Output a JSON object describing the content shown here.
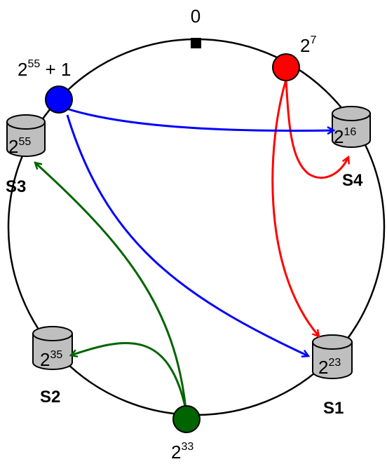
{
  "ring": {
    "zero_label": "0"
  },
  "nodes": {
    "red": {
      "base": "2",
      "exp": "7",
      "color": "#ff0000"
    },
    "blue": {
      "base": "2",
      "exp": "55",
      "suffix": " + 1",
      "color": "#0000ff"
    },
    "green": {
      "base": "2",
      "exp": "33",
      "color": "#006400"
    }
  },
  "servers": {
    "s1": {
      "name": "S1",
      "base": "2",
      "exp": "23"
    },
    "s2": {
      "name": "S2",
      "base": "2",
      "exp": "35"
    },
    "s3": {
      "name": "S3",
      "base": "2",
      "exp": "55"
    },
    "s4": {
      "name": "S4",
      "base": "2",
      "exp": "16"
    }
  },
  "colors": {
    "ring": "#000000",
    "server_fill": "#bfbfbf",
    "red_arrow": "#ff0000",
    "blue_arrow": "#0000ff",
    "green_arrow": "#006400"
  }
}
